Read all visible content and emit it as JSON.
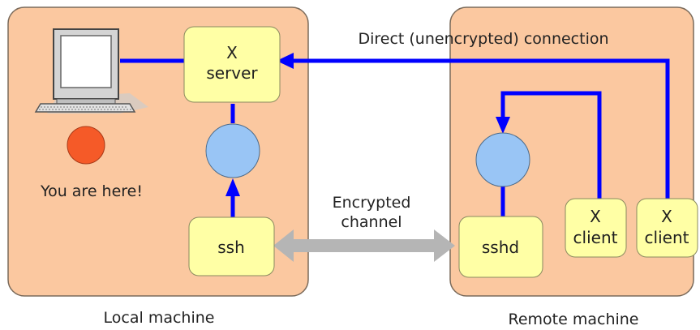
{
  "colors": {
    "machine_fill": "#fbc8a0",
    "machine_stroke": "#7a6a5a",
    "box_fill": "#ffffa5",
    "box_stroke": "#8a8a60",
    "connection_blue": "#0000ff",
    "tunnel_circle": "#99c5f5",
    "tunnel_circle_stroke": "#4c6b8a",
    "encrypted_arrow": "#b5b5b5",
    "marker_red": "#f55a28"
  },
  "local_machine": {
    "label": "Local machine",
    "you_are_here": "You are here!",
    "x_server": {
      "line1": "X",
      "line2": "server"
    },
    "ssh": {
      "label": "ssh"
    },
    "computer_icon": "computer-icon",
    "marker_icon": "red-dot-icon"
  },
  "remote_machine": {
    "label": "Remote machine",
    "sshd": {
      "label": "sshd"
    },
    "x_client_1": {
      "line1": "X",
      "line2": "client"
    },
    "x_client_2": {
      "line1": "X",
      "line2": "client"
    }
  },
  "connections": {
    "direct": "Direct (unencrypted) connection",
    "encrypted": {
      "line1": "Encrypted",
      "line2": "channel"
    }
  }
}
